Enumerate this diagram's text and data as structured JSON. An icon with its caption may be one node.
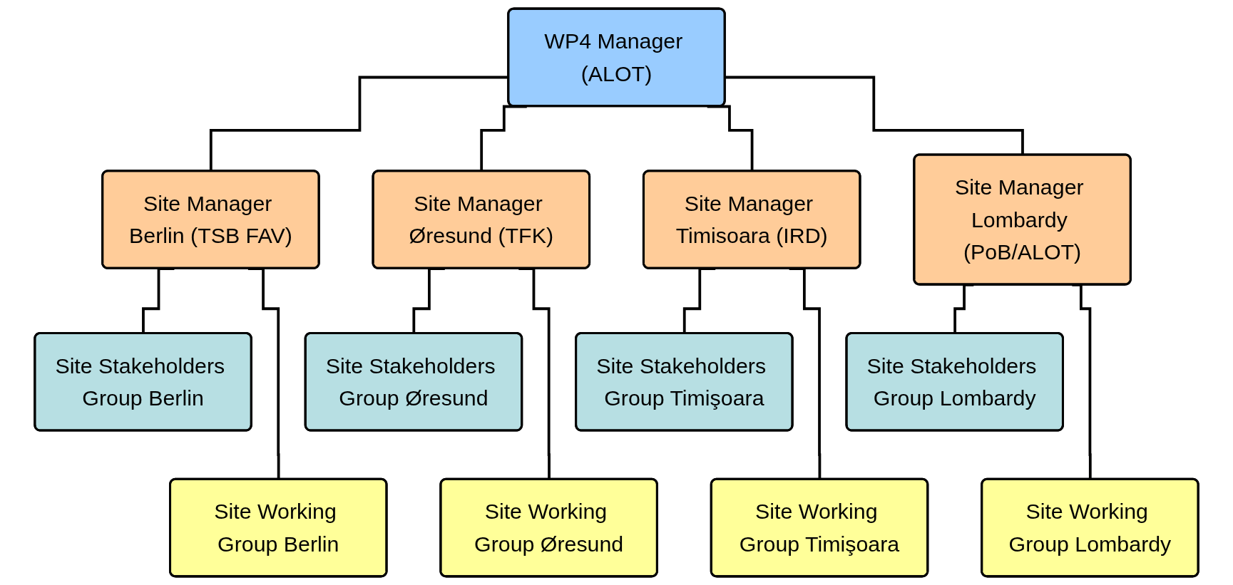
{
  "diagram": {
    "nodes": [
      {
        "text": [
          "WP4 Manager (ALOT)"
        ]
      },
      {
        "text": [
          "Site Manager Berlin (TSB FAV)"
        ]
      },
      {
        "text": [
          "Site Manager Øresund (TFK)"
        ]
      },
      {
        "text": [
          "Site Manager Timisoara (IRD)"
        ]
      },
      {
        "text": [
          "Site Manager Lombardy (PoB/ALOT)"
        ]
      },
      {
        "text": [
          "Site Stakeholders Group Berlin"
        ]
      },
      {
        "text": [
          "Site Stakeholders Group Øresund"
        ]
      },
      {
        "text": [
          "Site Stakeholders Group Timişoara"
        ]
      },
      {
        "text": [
          "Site Stakeholders Group Lombardy"
        ]
      },
      {
        "text": [
          "Site Working Group Berlin"
        ]
      },
      {
        "text": [
          "Site Working Group Øresund"
        ]
      },
      {
        "text": [
          "Site Working Group Timişoara"
        ]
      },
      {
        "text": [
          "Site Working Group Lombardy"
        ]
      }
    ],
    "edges": [
      {
        "from": 0,
        "to": 1,
        "arrow": "none"
      },
      {
        "from": 0,
        "to": 2,
        "arrow": "none"
      },
      {
        "from": 0,
        "to": 3,
        "arrow": "none"
      },
      {
        "from": 0,
        "to": 4,
        "arrow": "none"
      },
      {
        "from": 1,
        "to": 5,
        "arrow": "none"
      },
      {
        "from": 1,
        "to": 9,
        "arrow": "none"
      },
      {
        "from": 2,
        "to": 6,
        "arrow": "none"
      },
      {
        "from": 2,
        "to": 10,
        "arrow": "none"
      },
      {
        "from": 3,
        "to": 7,
        "arrow": "none"
      },
      {
        "from": 3,
        "to": 11,
        "arrow": "none"
      },
      {
        "from": 4,
        "to": 8,
        "arrow": "none"
      },
      {
        "from": 4,
        "to": 12,
        "arrow": "none"
      }
    ]
  }
}
